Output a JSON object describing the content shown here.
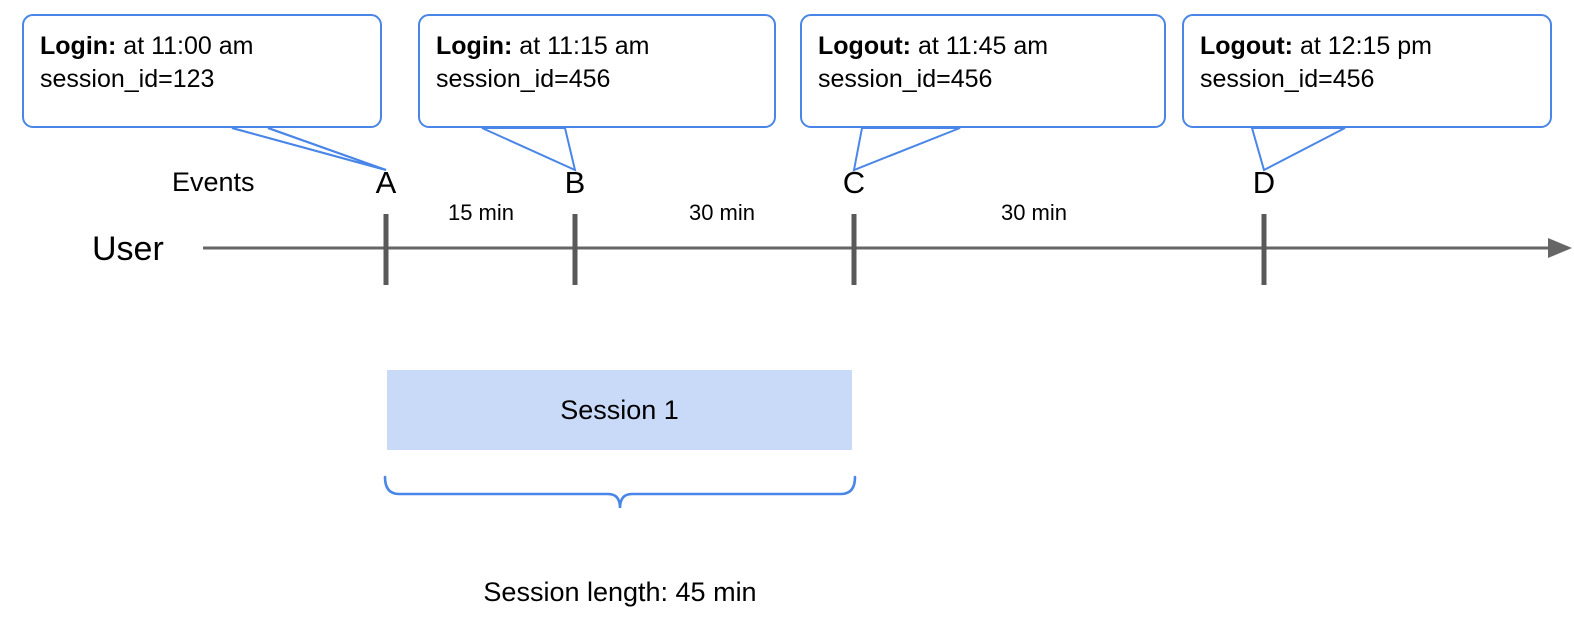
{
  "diagram": {
    "row_labels": {
      "events": "Events",
      "user": "User"
    },
    "events": [
      {
        "key": "A",
        "name": "A",
        "type": "Login:",
        "time": " at 11:00 am",
        "session": "session_id=123"
      },
      {
        "key": "B",
        "name": "B",
        "type": "Login:",
        "time": " at 11:15 am",
        "session": "session_id=456"
      },
      {
        "key": "C",
        "name": "C",
        "type": "Logout:",
        "time": " at 11:45 am",
        "session": "session_id=456"
      },
      {
        "key": "D",
        "name": "D",
        "type": "Logout:",
        "time": " at 12:15 pm",
        "session": "session_id=456"
      }
    ],
    "durations": [
      {
        "from": "A",
        "to": "B",
        "label": "15 min"
      },
      {
        "from": "B",
        "to": "C",
        "label": "30 min"
      },
      {
        "from": "C",
        "to": "D",
        "label": "30 min"
      }
    ],
    "session": {
      "bar_label": "Session 1",
      "caption": "Session length: 45 min"
    },
    "colors": {
      "callout_border": "#4a86e8",
      "callout_fill": "#ffffff",
      "session_bar": "#c9daf8",
      "brace": "#4a86e8",
      "axis": "#666666",
      "tick": "#595959"
    }
  }
}
